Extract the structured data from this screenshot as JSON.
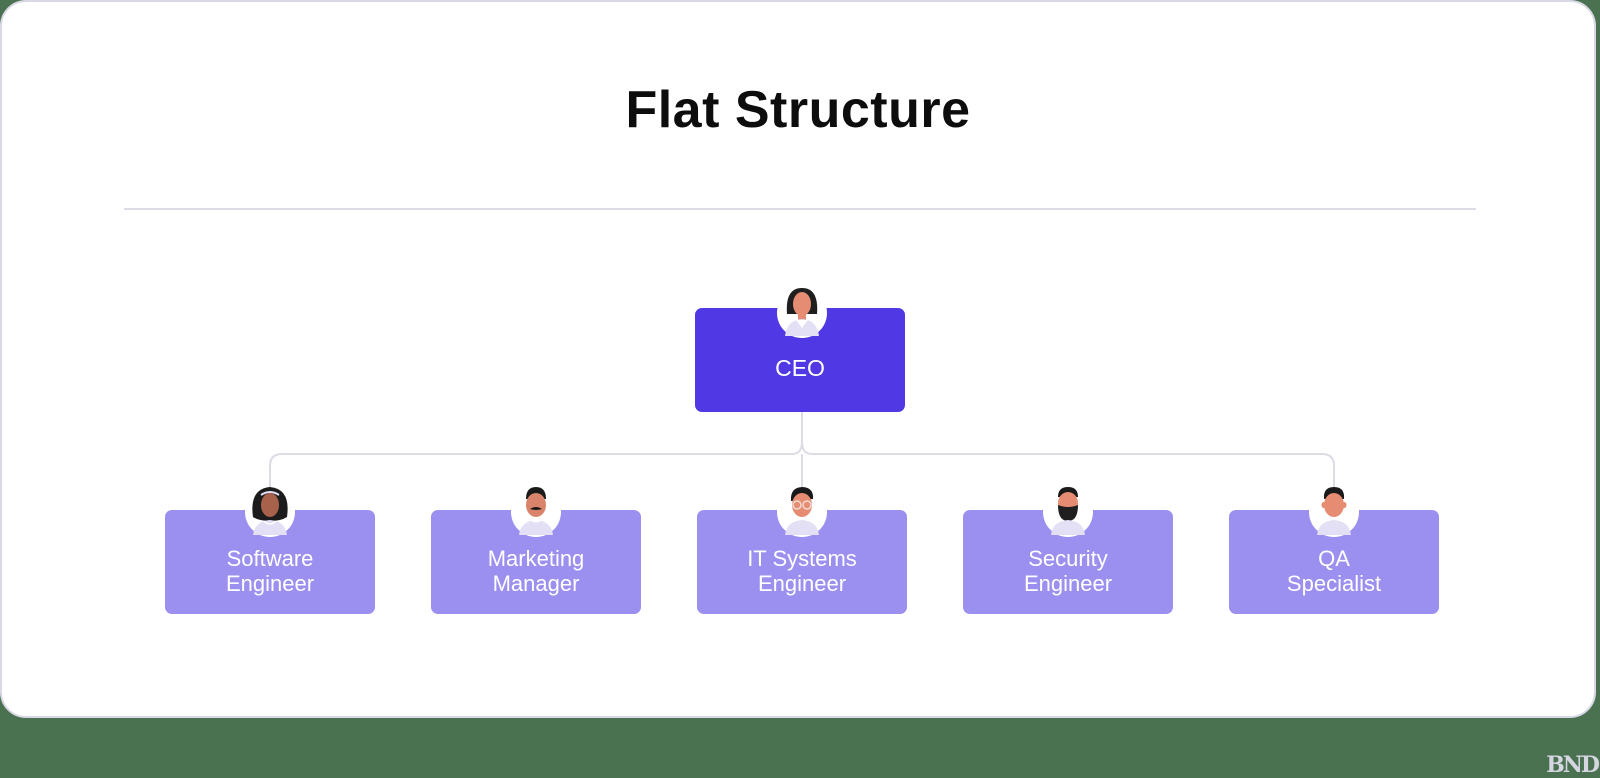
{
  "title": "Flat Structure",
  "colors": {
    "ceo_box": "#5038e4",
    "employee_box": "#9b8ff0",
    "connector": "#dcdbe6",
    "background": "#4a7150",
    "card": "#ffffff"
  },
  "org_chart": {
    "root": {
      "label": "CEO",
      "avatar": "woman-bob-hair-avatar"
    },
    "reports": [
      {
        "label_line1": "Software",
        "label_line2": "Engineer",
        "avatar": "woman-curly-hair-avatar"
      },
      {
        "label_line1": "Marketing",
        "label_line2": "Manager",
        "avatar": "man-mustache-avatar"
      },
      {
        "label_line1": "IT Systems",
        "label_line2": "Engineer",
        "avatar": "man-glasses-avatar"
      },
      {
        "label_line1": "Security",
        "label_line2": "Engineer",
        "avatar": "man-beard-avatar"
      },
      {
        "label_line1": "QA",
        "label_line2": "Specialist",
        "avatar": "man-short-hair-avatar"
      }
    ]
  },
  "watermark": "BND"
}
